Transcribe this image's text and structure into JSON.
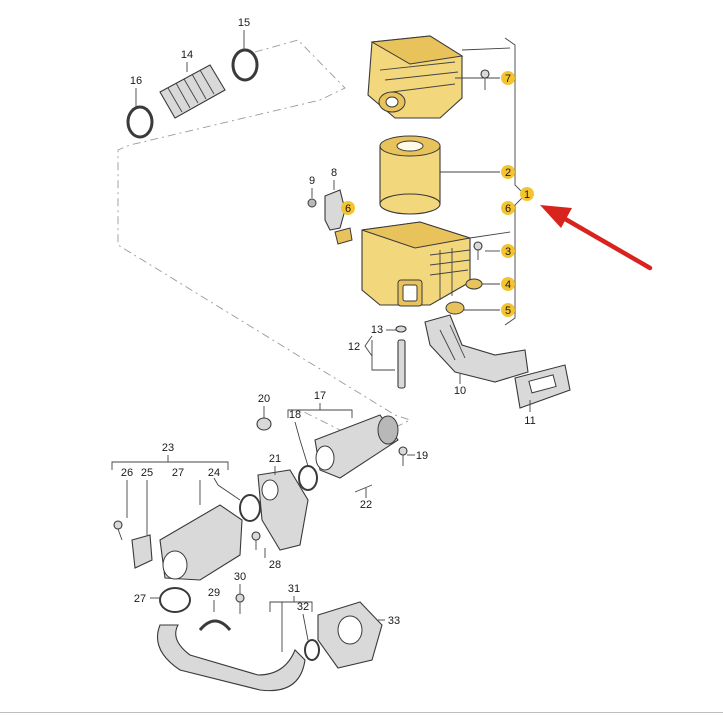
{
  "diagram": {
    "callouts": [
      {
        "id": "c1",
        "text": "1",
        "highlighted": true
      },
      {
        "id": "c2",
        "text": "2",
        "highlighted": true
      },
      {
        "id": "c3",
        "text": "3",
        "highlighted": true
      },
      {
        "id": "c4",
        "text": "4",
        "highlighted": true
      },
      {
        "id": "c5",
        "text": "5",
        "highlighted": true
      },
      {
        "id": "c6a",
        "text": "6",
        "highlighted": true
      },
      {
        "id": "c6b",
        "text": "6",
        "highlighted": true
      },
      {
        "id": "c7",
        "text": "7",
        "highlighted": true
      },
      {
        "id": "c8",
        "text": "8",
        "highlighted": false
      },
      {
        "id": "c9",
        "text": "9",
        "highlighted": false
      },
      {
        "id": "c10",
        "text": "10",
        "highlighted": false
      },
      {
        "id": "c11",
        "text": "11",
        "highlighted": false
      },
      {
        "id": "c12",
        "text": "12",
        "highlighted": false
      },
      {
        "id": "c13",
        "text": "13",
        "highlighted": false
      },
      {
        "id": "c14",
        "text": "14",
        "highlighted": false
      },
      {
        "id": "c15",
        "text": "15",
        "highlighted": false
      },
      {
        "id": "c16",
        "text": "16",
        "highlighted": false
      },
      {
        "id": "c17",
        "text": "17",
        "highlighted": false
      },
      {
        "id": "c18",
        "text": "18",
        "highlighted": false
      },
      {
        "id": "c19",
        "text": "19",
        "highlighted": false
      },
      {
        "id": "c20",
        "text": "20",
        "highlighted": false
      },
      {
        "id": "c21",
        "text": "21",
        "highlighted": false
      },
      {
        "id": "c22",
        "text": "22",
        "highlighted": false
      },
      {
        "id": "c23",
        "text": "23",
        "highlighted": false
      },
      {
        "id": "c24",
        "text": "24",
        "highlighted": false
      },
      {
        "id": "c25",
        "text": "25",
        "highlighted": false
      },
      {
        "id": "c26",
        "text": "26",
        "highlighted": false
      },
      {
        "id": "c27a",
        "text": "27",
        "highlighted": false
      },
      {
        "id": "c27b",
        "text": "27",
        "highlighted": false
      },
      {
        "id": "c28",
        "text": "28",
        "highlighted": false
      },
      {
        "id": "c29",
        "text": "29",
        "highlighted": false
      },
      {
        "id": "c30",
        "text": "30",
        "highlighted": false
      },
      {
        "id": "c31",
        "text": "31",
        "highlighted": false
      },
      {
        "id": "c32",
        "text": "32",
        "highlighted": false
      },
      {
        "id": "c33",
        "text": "33",
        "highlighted": false
      }
    ],
    "colors": {
      "highlight": "#f4c430",
      "arrow": "#d9231d",
      "part_yellow": "#f3d77c",
      "part_grey": "#d9d9d9",
      "line": "#444444"
    }
  }
}
